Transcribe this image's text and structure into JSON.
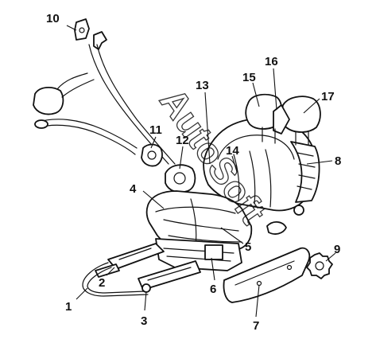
{
  "diagram": {
    "callouts": [
      {
        "id": "callout-1",
        "label": "1"
      },
      {
        "id": "callout-2",
        "label": "2"
      },
      {
        "id": "callout-3",
        "label": "3"
      },
      {
        "id": "callout-4",
        "label": "4"
      },
      {
        "id": "callout-5",
        "label": "5"
      },
      {
        "id": "callout-6",
        "label": "6"
      },
      {
        "id": "callout-7",
        "label": "7"
      },
      {
        "id": "callout-8",
        "label": "8"
      },
      {
        "id": "callout-9",
        "label": "9"
      },
      {
        "id": "callout-10",
        "label": "10"
      },
      {
        "id": "callout-11",
        "label": "11"
      },
      {
        "id": "callout-12",
        "label": "12"
      },
      {
        "id": "callout-13",
        "label": "13"
      },
      {
        "id": "callout-14",
        "label": "14"
      },
      {
        "id": "callout-15",
        "label": "15"
      },
      {
        "id": "callout-16",
        "label": "16"
      },
      {
        "id": "callout-17",
        "label": "17"
      }
    ],
    "watermark": "AutoSoft"
  }
}
